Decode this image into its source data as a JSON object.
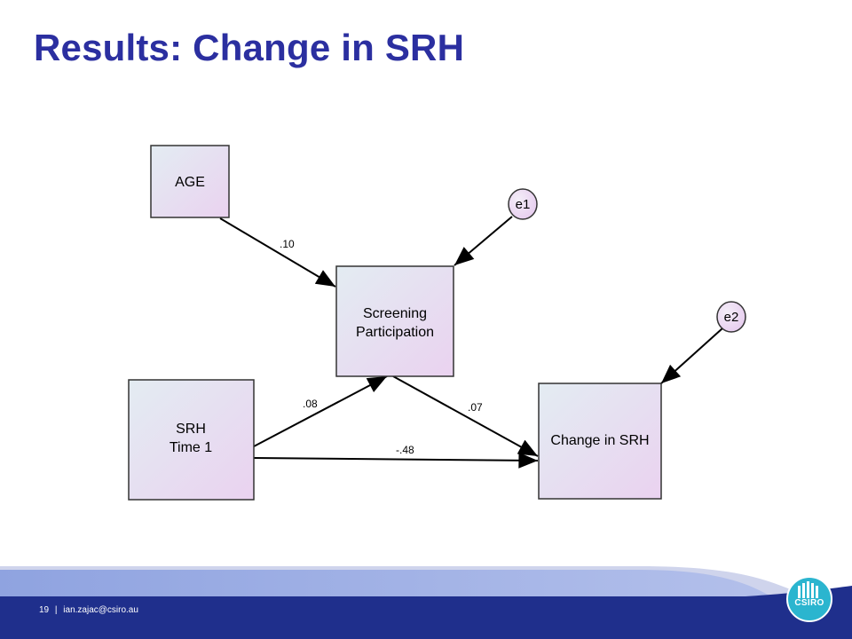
{
  "slide": {
    "title": "Results: Change in SRH",
    "page_number": "19",
    "separator": "|",
    "email": "ian.zajac@csiro.au",
    "logo_text": "CSIRO",
    "colors": {
      "title": "#2b2fa0",
      "footer_band": "#1f2f8c",
      "footer_light": "#9aaadf",
      "logo_circle": "#2bb5cf"
    }
  },
  "diagram": {
    "nodes": {
      "age": [
        "AGE"
      ],
      "screening": [
        "Screening",
        "Participation"
      ],
      "srh1": [
        "SRH",
        "Time 1"
      ],
      "change": [
        "Change in SRH"
      ]
    },
    "errors": {
      "e1": "e1",
      "e2": "e2"
    },
    "paths": [
      {
        "from": "AGE",
        "to": "Screening Participation",
        "coef": ".10"
      },
      {
        "from": "SRH Time 1",
        "to": "Screening Participation",
        "coef": ".08"
      },
      {
        "from": "Screening Participation",
        "to": "Change in SRH",
        "coef": ".07"
      },
      {
        "from": "SRH Time 1",
        "to": "Change in SRH",
        "coef": "-.48"
      },
      {
        "from": "e1",
        "to": "Screening Participation",
        "coef": ""
      },
      {
        "from": "e2",
        "to": "Change in SRH",
        "coef": ""
      }
    ]
  }
}
